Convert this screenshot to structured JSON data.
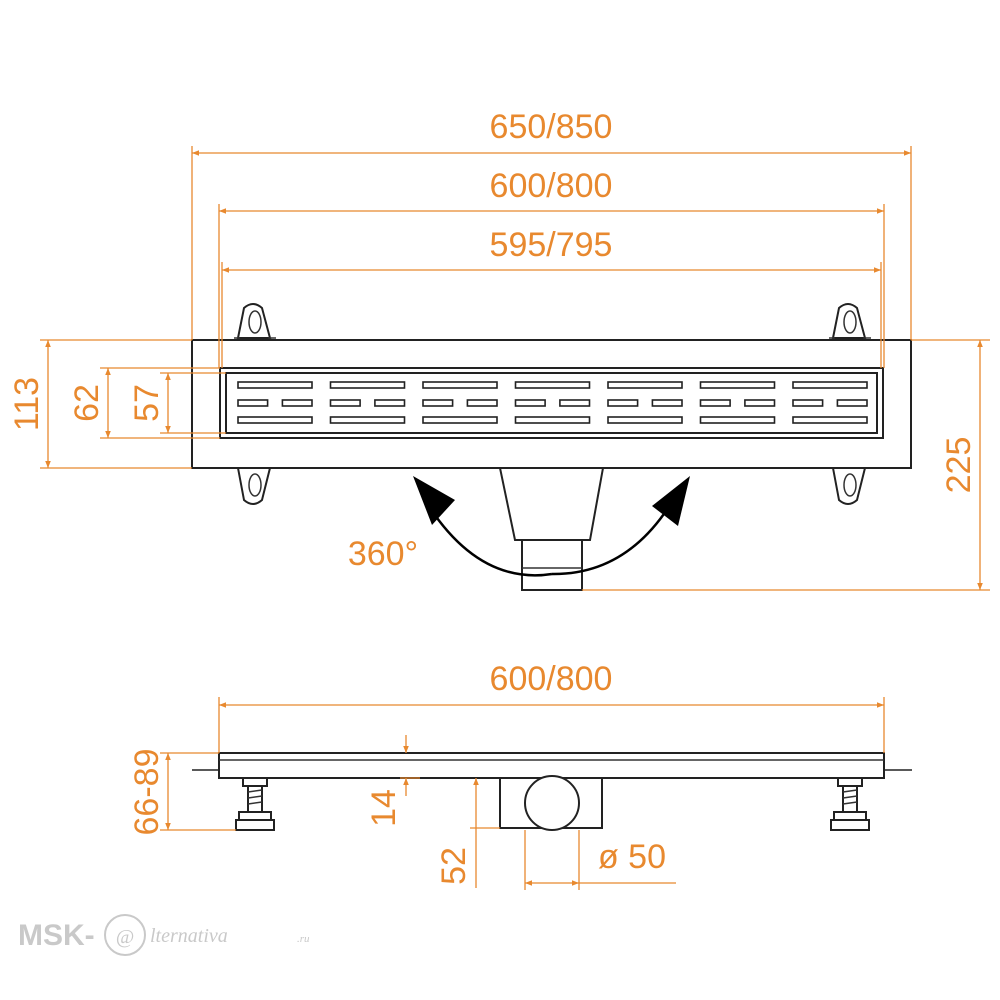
{
  "colors": {
    "dimension": "#E8892F",
    "outline": "#222222",
    "watermark": "#C9C9C9",
    "arrow": "#000000"
  },
  "top_view": {
    "overall_length": "650/850",
    "channel_length": "600/800",
    "grate_length": "595/795",
    "overall_width": "113",
    "channel_width": "62",
    "grate_width": "57",
    "total_depth": "225",
    "rotation": "360°"
  },
  "side_view": {
    "channel_length": "600/800",
    "height_range": "66-89",
    "rim_height": "14",
    "outlet_height": "52",
    "outlet_diameter": "ø 50"
  },
  "watermark": {
    "prefix": "MSK-",
    "at_sign": "@",
    "suffix": "lternativa",
    "tld": ".ru"
  }
}
